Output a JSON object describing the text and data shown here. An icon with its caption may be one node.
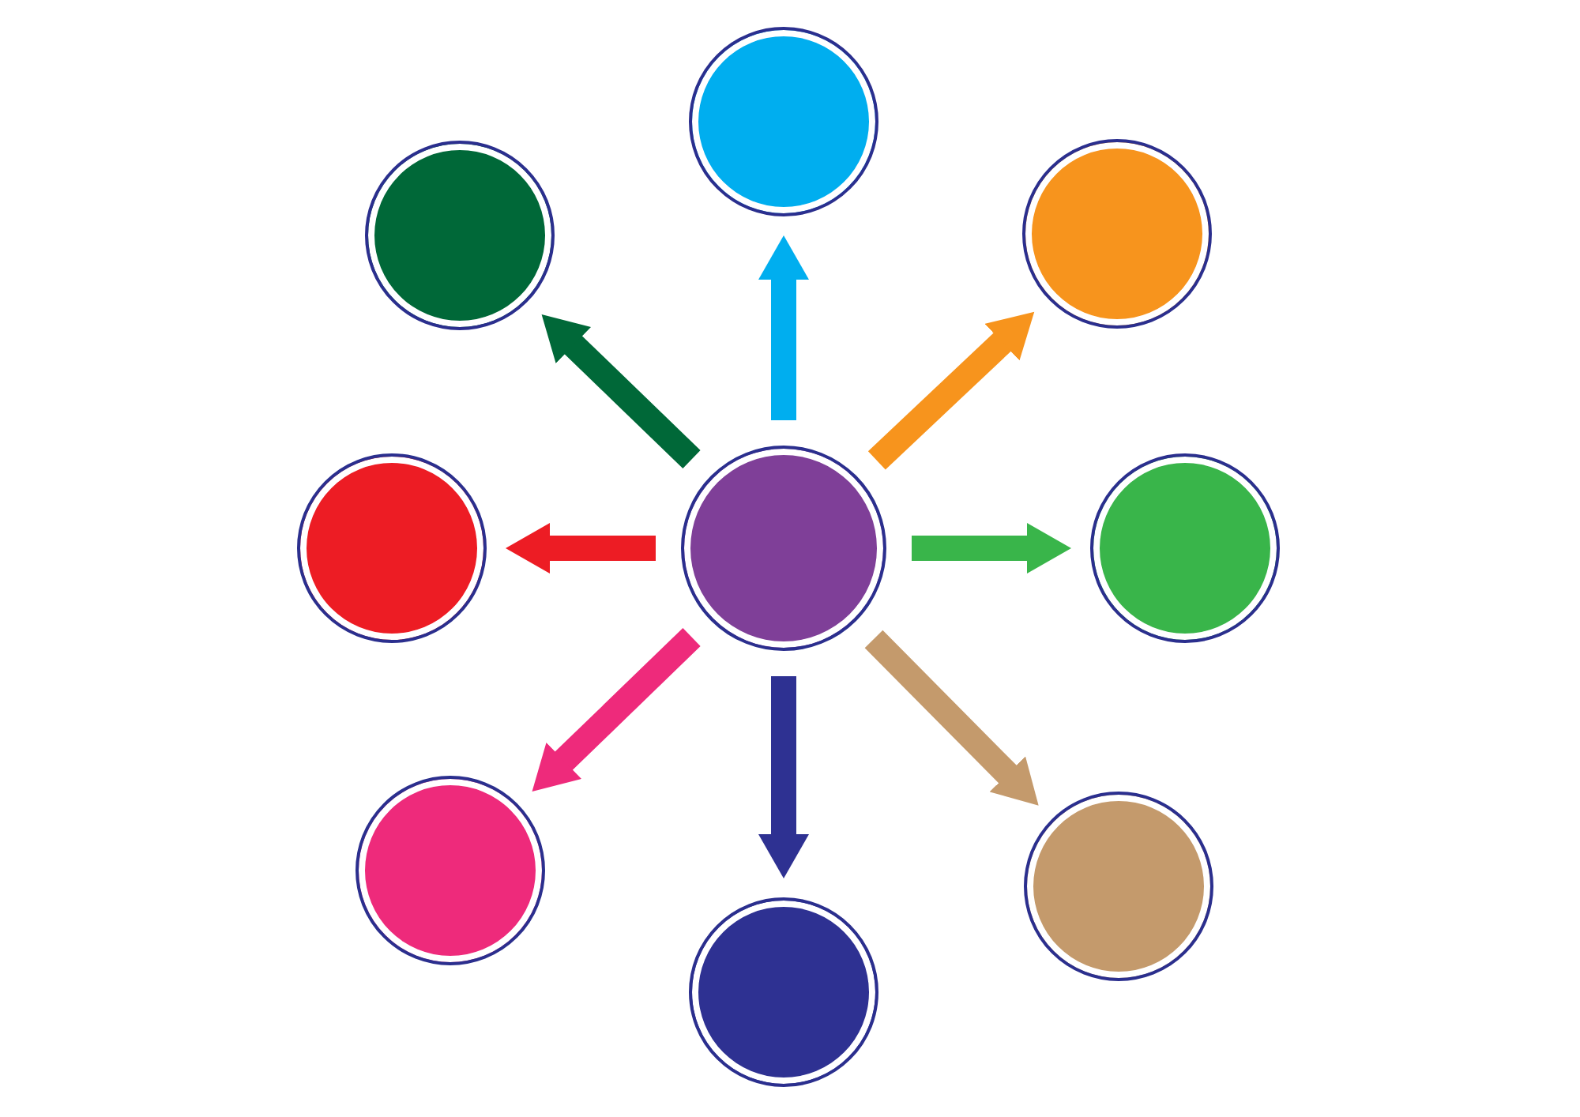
{
  "diagram": {
    "nodes": [
      {
        "text": [],
        "shape": "circle"
      },
      {
        "text": [],
        "shape": "circle"
      },
      {
        "text": [],
        "shape": "circle"
      },
      {
        "text": [],
        "shape": "circle"
      },
      {
        "text": [],
        "shape": "circle"
      },
      {
        "text": [],
        "shape": "circle"
      },
      {
        "text": [],
        "shape": "circle"
      },
      {
        "text": [],
        "shape": "circle"
      },
      {
        "text": [],
        "shape": "circle"
      }
    ],
    "edges": [
      {
        "from": 4,
        "to": 0,
        "arrow": "to",
        "color": "#00aeef"
      },
      {
        "from": 4,
        "to": 1,
        "arrow": "to",
        "color": "#006838"
      },
      {
        "from": 4,
        "to": 2,
        "arrow": "to",
        "color": "#f7941d"
      },
      {
        "from": 4,
        "to": 3,
        "arrow": "to",
        "color": "#ed1c24"
      },
      {
        "from": 4,
        "to": 5,
        "arrow": "to",
        "color": "#39b54a"
      },
      {
        "from": 4,
        "to": 6,
        "arrow": "to",
        "color": "#ee2a7b"
      },
      {
        "from": 4,
        "to": 8,
        "arrow": "to",
        "color": "#2e3192"
      },
      {
        "from": 4,
        "to": 7,
        "arrow": "to",
        "color": "#c49a6c"
      }
    ]
  }
}
